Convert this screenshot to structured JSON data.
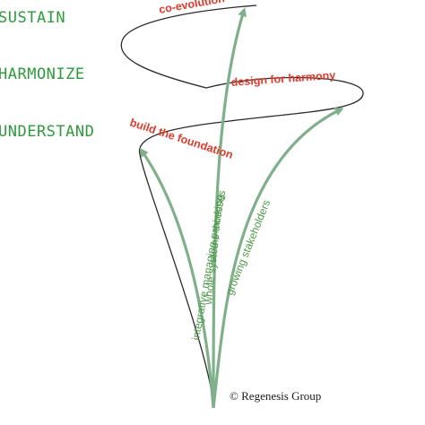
{
  "levels": {
    "sustain": "SUSTAIN",
    "harmonize": "HARMONIZE",
    "understand": "UNDERSTAND"
  },
  "phases": {
    "coevolution": "co-evolution",
    "design": "design for harmony",
    "foundation": "build the foundation"
  },
  "flows": {
    "integrative": "integrative managing processes",
    "whole": "whole systems thinking",
    "growing": "growing stakeholders"
  },
  "copyright": "© Regenesis Group",
  "colors": {
    "level_text": "#2e9a3c",
    "phase_text": "#e03a2a",
    "flow_text": "#4f9a4a",
    "arrow": "#7fb08a",
    "spiral": "#2b2b2b"
  }
}
